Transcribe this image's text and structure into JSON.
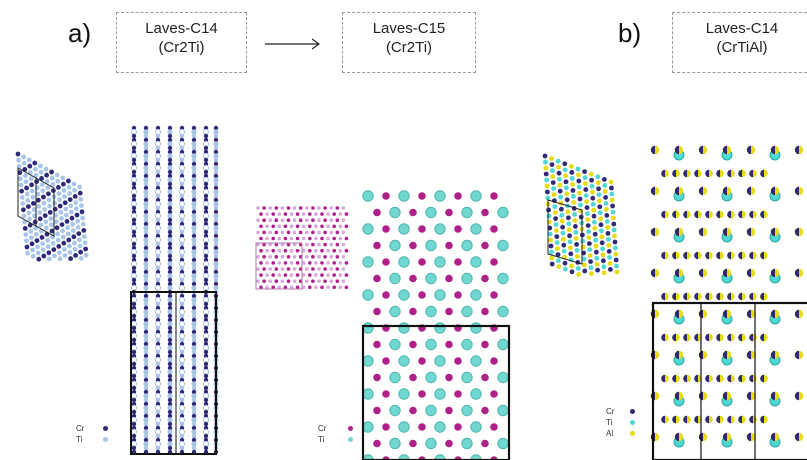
{
  "panel_a_label": "a)",
  "panel_b_label": "b)",
  "phases": [
    {
      "name": "Laves-C14",
      "formula": "(Cr2Ti)"
    },
    {
      "name": "Laves-C15",
      "formula": "(Cr2Ti)"
    },
    {
      "name": "Laves-C14",
      "formula": "(CrTiAl)"
    }
  ],
  "legend_c14": [
    {
      "element": "Cr",
      "color": "#2e2a78"
    },
    {
      "element": "Ti",
      "color": "#a9c6e6"
    }
  ],
  "legend_c15": [
    {
      "element": "Cr",
      "color": "#b0208a"
    },
    {
      "element": "Ti",
      "color": "#70d8d0"
    }
  ],
  "legend_crtial": [
    {
      "element": "Cr",
      "color": "#2e2a78"
    },
    {
      "element": "Ti",
      "color": "#4ed8d4"
    },
    {
      "element": "Al",
      "color": "#e6dc10"
    }
  ]
}
